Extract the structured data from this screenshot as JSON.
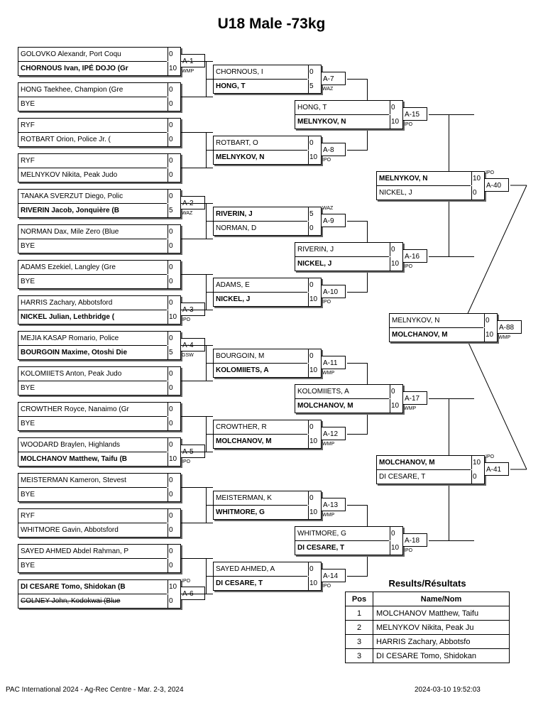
{
  "title": "U18 Male -73kg",
  "round1": [
    {
      "code": "A-1",
      "win": "WMP",
      "players": [
        {
          "name": "GOLOVKO Alexandr, Port Coqu",
          "score": "0",
          "winner": false
        },
        {
          "name": "CHORNOUS Ivan, IPÉ DOJO (Gr",
          "score": "10",
          "winner": true
        }
      ]
    },
    {
      "players": [
        {
          "name": "HONG Taekhee, Champion (Gre",
          "score": "0",
          "winner": false
        },
        {
          "name": "BYE",
          "score": "0",
          "winner": false
        }
      ]
    },
    {
      "players": [
        {
          "name": "RYF",
          "score": "0",
          "winner": false
        },
        {
          "name": "ROTBART Orion, Police Jr. (",
          "score": "0",
          "winner": false
        }
      ]
    },
    {
      "players": [
        {
          "name": "RYF",
          "score": "0",
          "winner": false
        },
        {
          "name": "MELNYKOV Nikita, Peak Judo",
          "score": "0",
          "winner": false
        }
      ]
    },
    {
      "code": "A-2",
      "win": "WAZ",
      "players": [
        {
          "name": "TANAKA SVERZUT Diego, Polic",
          "score": "0",
          "winner": false
        },
        {
          "name": "RIVERIN Jacob, Jonquière (B",
          "score": "5",
          "winner": true
        }
      ]
    },
    {
      "players": [
        {
          "name": "NORMAN Dax, Mile Zero (Blue",
          "score": "0",
          "winner": false
        },
        {
          "name": "BYE",
          "score": "0",
          "winner": false
        }
      ]
    },
    {
      "players": [
        {
          "name": "ADAMS Ezekiel, Langley (Gre",
          "score": "0",
          "winner": false
        },
        {
          "name": "BYE",
          "score": "0",
          "winner": false
        }
      ]
    },
    {
      "code": "A-3",
      "win": "IPO",
      "players": [
        {
          "name": "HARRIS Zachary, Abbotsford",
          "score": "0",
          "winner": false
        },
        {
          "name": "NICKEL Julian, Lethbridge (",
          "score": "10",
          "winner": true
        }
      ]
    },
    {
      "code": "A-4",
      "win": "GSW",
      "players": [
        {
          "name": "MEJIA KASAP Romario, Police",
          "score": "0",
          "winner": false
        },
        {
          "name": "BOURGOIN Maxime, Otoshi Die",
          "score": "5",
          "winner": true
        }
      ]
    },
    {
      "players": [
        {
          "name": "KOLOMIIETS Anton, Peak Judo",
          "score": "0",
          "winner": false
        },
        {
          "name": "BYE",
          "score": "0",
          "winner": false
        }
      ]
    },
    {
      "players": [
        {
          "name": "CROWTHER Royce, Nanaimo (Gr",
          "score": "0",
          "winner": false
        },
        {
          "name": "BYE",
          "score": "0",
          "winner": false
        }
      ]
    },
    {
      "code": "A-5",
      "win": "IPO",
      "players": [
        {
          "name": "WOODARD Braylen, Highlands",
          "score": "0",
          "winner": false
        },
        {
          "name": "MOLCHANOV Matthew, Taifu (B",
          "score": "10",
          "winner": true
        }
      ]
    },
    {
      "players": [
        {
          "name": "MEISTERMAN Kameron, Stevest",
          "score": "0",
          "winner": false
        },
        {
          "name": "BYE",
          "score": "0",
          "winner": false
        }
      ]
    },
    {
      "players": [
        {
          "name": "RYF",
          "score": "0",
          "winner": false
        },
        {
          "name": "WHITMORE Gavin, Abbotsford",
          "score": "0",
          "winner": false
        }
      ]
    },
    {
      "players": [
        {
          "name": "SAYED AHMED Abdel Rahman, P",
          "score": "0",
          "winner": false
        },
        {
          "name": "BYE",
          "score": "0",
          "winner": false
        }
      ]
    },
    {
      "code": "A-6",
      "win": "IPO",
      "players": [
        {
          "name": "DI CESARE Tomo, Shidokan (B",
          "score": "10",
          "winner": true
        },
        {
          "name": "COLNEY John, Kodokwai (Blue",
          "score": "0",
          "winner": false,
          "struck": true
        }
      ]
    }
  ],
  "round2": [
    {
      "code": "A-7",
      "win": "WAZ",
      "players": [
        {
          "name": "CHORNOUS, I",
          "score": "0",
          "winner": false
        },
        {
          "name": "HONG, T",
          "score": "5",
          "winner": true
        }
      ]
    },
    {
      "code": "A-8",
      "win": "IPO",
      "players": [
        {
          "name": "ROTBART, O",
          "score": "0",
          "winner": false
        },
        {
          "name": "MELNYKOV, N",
          "score": "10",
          "winner": true
        }
      ]
    },
    {
      "code": "A-9",
      "win": "WAZ",
      "players": [
        {
          "name": "RIVERIN, J",
          "score": "5",
          "winner": true
        },
        {
          "name": "NORMAN, D",
          "score": "0",
          "winner": false
        }
      ]
    },
    {
      "code": "A-10",
      "win": "IPO",
      "players": [
        {
          "name": "ADAMS, E",
          "score": "0",
          "winner": false
        },
        {
          "name": "NICKEL, J",
          "score": "10",
          "winner": true
        }
      ]
    },
    {
      "code": "A-11",
      "win": "WMP",
      "players": [
        {
          "name": "BOURGOIN, M",
          "score": "0",
          "winner": false
        },
        {
          "name": "KOLOMIIETS, A",
          "score": "10",
          "winner": true
        }
      ]
    },
    {
      "code": "A-12",
      "win": "WMP",
      "players": [
        {
          "name": "CROWTHER, R",
          "score": "0",
          "winner": false
        },
        {
          "name": "MOLCHANOV, M",
          "score": "10",
          "winner": true
        }
      ]
    },
    {
      "code": "A-13",
      "win": "WMP",
      "players": [
        {
          "name": "MEISTERMAN, K",
          "score": "0",
          "winner": false
        },
        {
          "name": "WHITMORE, G",
          "score": "10",
          "winner": true
        }
      ]
    },
    {
      "code": "A-14",
      "win": "IPO",
      "players": [
        {
          "name": "SAYED AHMED, A",
          "score": "0",
          "winner": false
        },
        {
          "name": "DI CESARE, T",
          "score": "10",
          "winner": true
        }
      ]
    }
  ],
  "round3": [
    {
      "code": "A-15",
      "win": "IPO",
      "players": [
        {
          "name": "HONG, T",
          "score": "0",
          "winner": false
        },
        {
          "name": "MELNYKOV, N",
          "score": "10",
          "winner": true
        }
      ]
    },
    {
      "code": "A-16",
      "win": "IPO",
      "players": [
        {
          "name": "RIVERIN, J",
          "score": "0",
          "winner": false
        },
        {
          "name": "NICKEL, J",
          "score": "10",
          "winner": true
        }
      ]
    },
    {
      "code": "A-17",
      "win": "WMP",
      "players": [
        {
          "name": "KOLOMIIETS, A",
          "score": "0",
          "winner": false
        },
        {
          "name": "MOLCHANOV, M",
          "score": "10",
          "winner": true
        }
      ]
    },
    {
      "code": "A-18",
      "win": "IPO",
      "players": [
        {
          "name": "WHITMORE, G",
          "score": "0",
          "winner": false
        },
        {
          "name": "DI CESARE, T",
          "score": "10",
          "winner": true
        }
      ]
    }
  ],
  "round4": [
    {
      "code": "A-40",
      "win": "IPO",
      "players": [
        {
          "name": "MELNYKOV, N",
          "score": "10",
          "winner": true
        },
        {
          "name": "NICKEL, J",
          "score": "0",
          "winner": false
        }
      ]
    },
    {
      "code": "A-41",
      "win": "IPO",
      "players": [
        {
          "name": "MOLCHANOV, M",
          "score": "10",
          "winner": true
        },
        {
          "name": "DI CESARE, T",
          "score": "0",
          "winner": false
        }
      ]
    }
  ],
  "final": {
    "code": "A-88",
    "win": "WMP",
    "players": [
      {
        "name": "MELNYKOV, N",
        "score": "0",
        "winner": false
      },
      {
        "name": "MOLCHANOV, M",
        "score": "10",
        "winner": true
      }
    ]
  },
  "results": {
    "title": "Results/Résultats",
    "headers": [
      "Pos",
      "Name/Nom"
    ],
    "rows": [
      {
        "pos": "1",
        "name": "MOLCHANOV Matthew, Taifu"
      },
      {
        "pos": "2",
        "name": "MELNYKOV Nikita, Peak Ju"
      },
      {
        "pos": "3",
        "name": "HARRIS Zachary, Abbotsfo"
      },
      {
        "pos": "3",
        "name": "DI CESARE Tomo, Shidokan"
      }
    ]
  },
  "footer": {
    "left": "PAC International 2024 - Ag-Rec Centre - Mar. 2-3, 2024",
    "right": "2024-03-10 19:52:03"
  }
}
